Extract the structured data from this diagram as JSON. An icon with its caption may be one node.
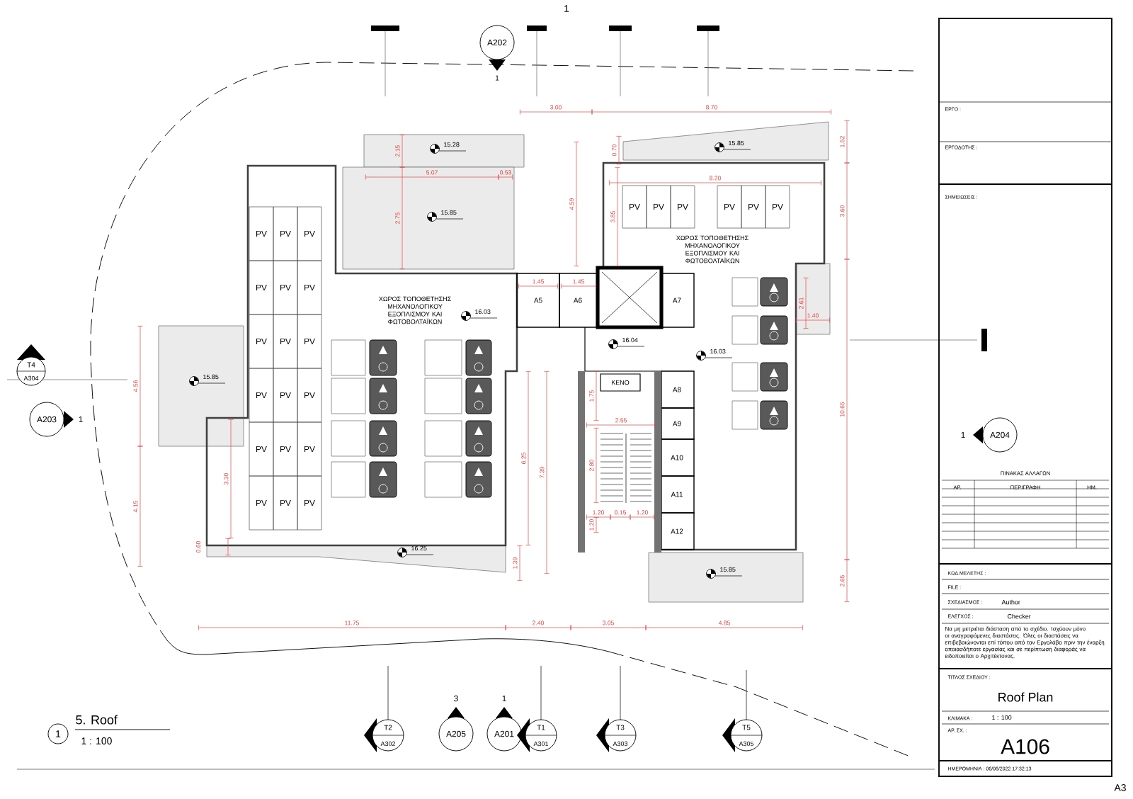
{
  "diagram": {
    "labels": [
      "1",
      "A202",
      "1",
      "3.00",
      "8.70",
      "1.52",
      "15.28",
      "2.15",
      "5.07",
      "0.53",
      "0.70",
      "15.85",
      "8.20",
      "4.59",
      "3.85",
      "3.60",
      "PV",
      "PV",
      "PV",
      "PV",
      "PV",
      "PV",
      "ΧΩΡΟΣ ΤΟΠΟΘΕΤΗΣΗΣ ΜΗΧΑΝΟΛΟΓΙΚΟΥ ΕΞΟΠΛΙΣΜΟΥ ΚΑΙ ΦΩΤΟΒΟΛΤΑΪΚΩΝ",
      "2.75",
      "15.85",
      "PV",
      "PV",
      "PV",
      "PV",
      "PV",
      "PV",
      "PV",
      "PV",
      "PV",
      "PV",
      "PV",
      "PV",
      "PV",
      "PV",
      "PV",
      "PV",
      "PV",
      "PV",
      "ΧΩΡΟΣ ΤΟΠΟΘΕΤΗΣΗΣ ΜΗΧΑΝΟΛΟΓΙΚΟΥ ΕΞΟΠΛΙΣΜΟΥ ΚΑΙ ΦΩΤΟΒΟΛΤΑΪΚΩΝ",
      "1.45",
      "1.45",
      "A5",
      "A6",
      "A7",
      "2.61",
      "1.40",
      "16.03",
      "16.04",
      "16.03",
      "T4",
      "A304",
      "15.85",
      "4.56",
      "ΚΕΝΟ",
      "A8",
      "10.65",
      "1.75",
      "2.55",
      "A9",
      "A203",
      "1",
      "1",
      "A204",
      "3.30",
      "6.25",
      "A10",
      "2.80",
      "7.39",
      "A11",
      "4.15",
      "1.20",
      "0.15",
      "1.20",
      "1.20",
      "A12",
      "0.60",
      "16.25",
      "1.39",
      "15.85",
      "2.65",
      "11.75",
      "2.40",
      "3.05",
      "4.85",
      "3",
      "1",
      "1",
      "5. Roof",
      "1 : 100",
      "T2",
      "A302",
      "A205",
      "A201",
      "T1",
      "A301",
      "T3",
      "A303",
      "T5",
      "A305",
      "ΕΡΓΟ :",
      "ΕΡΓΟΔΟΤΗΣ :",
      "ΣΗΜΕΙΩΣΕΙΣ :",
      "ΠΙΝΑΚΑΣ ΑΛΛΑΓΩΝ",
      "ΑΡ.",
      "ΠΕΡΙΓΡΑΦΗ",
      "ΗΜ.",
      "ΚΩΔ.ΜΕΛΕΤΗΣ :",
      "FILE :",
      "ΣΧΕΔΙΑΣΜΟΣ :",
      "Author",
      "ΕΛΕΓΧΟΣ :",
      "Checker",
      "Να μη μετριέται διάσταση από το σχέδιο. Ισχύουν μόνο οι αναγραφόμενες διαστάσεις. Όλες οι διαστάσεις να επιβεβαιώνονται επί τόπου από τον Εργολάβο πριν την έναρξη οποιασδήποτε εργασίας και σε περίπτωση διαφοράς να ειδοποιείται ο Αρχιτέκτονας.",
      "ΤΙΤΛΟΣ ΣΧΕΔΙΟΥ :",
      "Roof Plan",
      "ΚΛΙΜΑΚΑ :",
      "1 : 100",
      "ΑΡ. ΣΧ. :",
      "A106",
      "ΗΜΕΡΟΜΗΝΙΑ : 06/06/2022 17:32:13",
      "A3"
    ]
  }
}
